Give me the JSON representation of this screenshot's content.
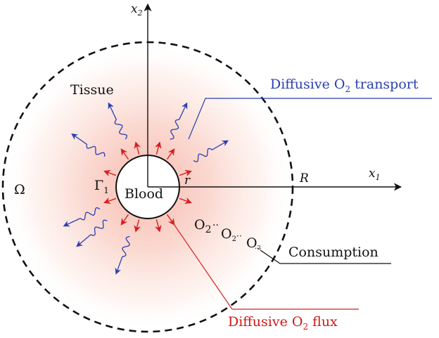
{
  "labels": {
    "x2_base": "x",
    "x2_sub": "2",
    "x1_base": "x",
    "x1_sub": "1",
    "tissue": "Tissue",
    "omega": "Ω",
    "gamma_base": "Γ",
    "gamma_sub": "1",
    "blood": "Blood",
    "r": "r",
    "R": "R",
    "consumption": "Consumption"
  },
  "transport": {
    "pre": "Diffusive O",
    "sub": "2",
    "post": " transport"
  },
  "flux": {
    "pre": "Diffusive O",
    "sub": "2",
    "post": " flux"
  },
  "o2_chain": [
    {
      "base": "O",
      "sub": "2"
    },
    {
      "base": "O",
      "sub": "2"
    },
    {
      "base": "O",
      "sub": "2"
    }
  ],
  "colors": {
    "tissue_glow": "#f6b4a8",
    "red_arrow": "#d62020",
    "blue_arrow": "#2a3fb0",
    "axis": "#111111",
    "boundary": "#111111"
  }
}
